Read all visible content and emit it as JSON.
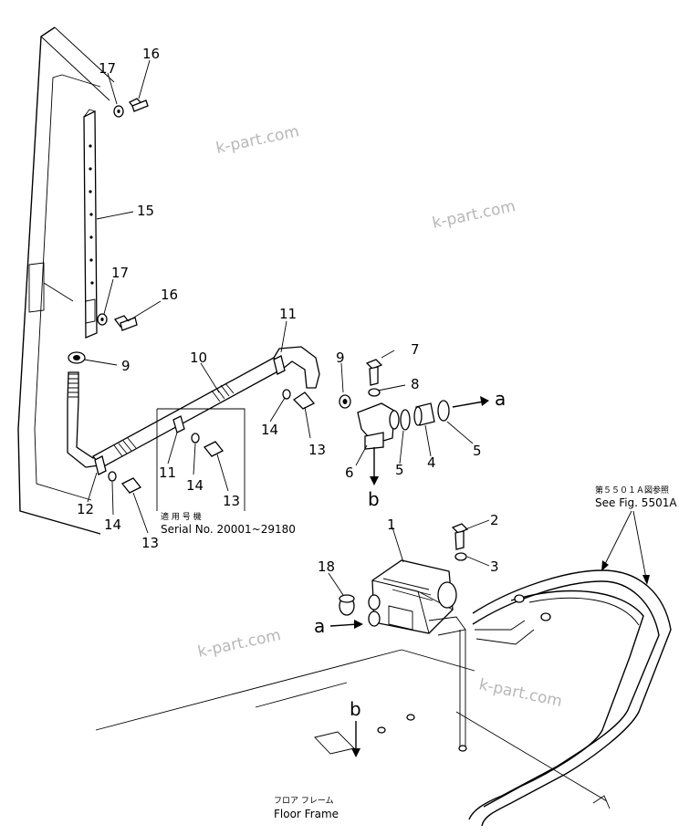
{
  "callouts": {
    "c1": "1",
    "c2": "2",
    "c3": "3",
    "c4": "4",
    "c5a": "5",
    "c5b": "5",
    "c6": "6",
    "c7": "7",
    "c8": "8",
    "c9a": "9",
    "c9b": "9",
    "c10": "10",
    "c11a": "11",
    "c11b": "11",
    "c12": "12",
    "c13a": "13",
    "c13b": "13",
    "c13c": "13",
    "c14a": "14",
    "c14b": "14",
    "c14c": "14",
    "c15": "15",
    "c16a": "16",
    "c16b": "16",
    "c17a": "17",
    "c17b": "17",
    "c18": "18"
  },
  "letters": {
    "a_top": "a",
    "a_bottom": "a",
    "b_top": "b",
    "b_bottom": "b"
  },
  "notes": {
    "serial_jp": "適 用 号 機",
    "serial": "Serial No. 20001~29180",
    "fig_jp": "第５５０１Ａ図参照",
    "fig": "See Fig. 5501A",
    "floor_jp": "フロア フレーム",
    "floor": "Floor Frame"
  },
  "watermark": "k-part.com"
}
